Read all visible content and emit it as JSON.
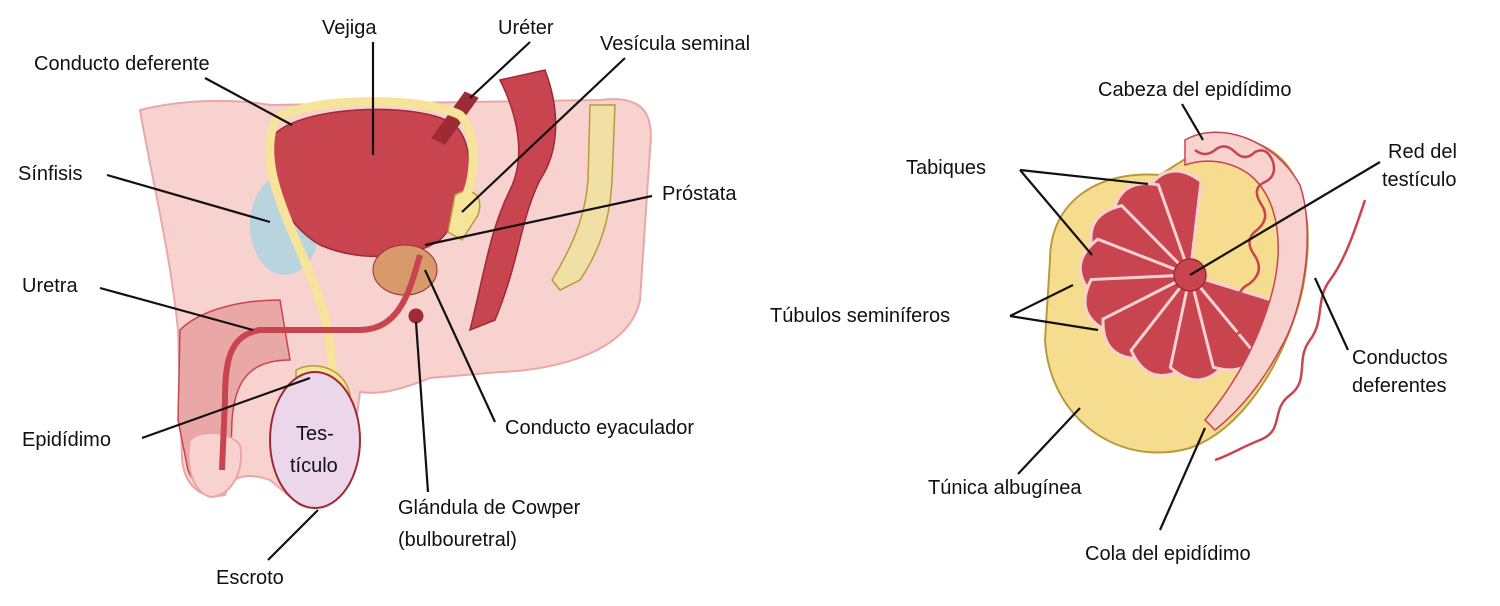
{
  "colors": {
    "skin": "#f7d2cf",
    "skin_dark": "#e9a8a6",
    "organ": "#c8454f",
    "organ_dark": "#9e2a36",
    "duct": "#f5e49a",
    "duct_edge": "#b89a3c",
    "bone": "#f1e0a6",
    "testis": "#ecd6ea",
    "tunica": "#f6dc8e",
    "symphysis": "#b9d3df",
    "prostate": "#d89a6a",
    "line": "#111111"
  },
  "left_figure": {
    "labels": {
      "vejiga": "Vejiga",
      "ureter": "Uréter",
      "vesicula": "Vesícula seminal",
      "conducto_deferente": "Conducto deferente",
      "sinfisis": "Sínfisis",
      "prostata": "Próstata",
      "uretra": "Uretra",
      "epididimo": "Epidídimo",
      "conducto_eyaculador": "Conducto eyaculador",
      "testiculo_1": "Tes-",
      "testiculo_2": "tículo",
      "cowper_1": "Glándula de Cowper",
      "cowper_2": "(bulbouretral)",
      "escroto": "Escroto"
    }
  },
  "right_figure": {
    "labels": {
      "cabeza": "Cabeza del epidídimo",
      "tabiques": "Tabiques",
      "red_1": "Red del",
      "red_2": "testículo",
      "tubulos": "Túbulos seminíferos",
      "conductos_1": "Conductos",
      "conductos_2": "deferentes",
      "tunica": "Túnica albugínea",
      "cola": "Cola del epidídimo"
    }
  }
}
